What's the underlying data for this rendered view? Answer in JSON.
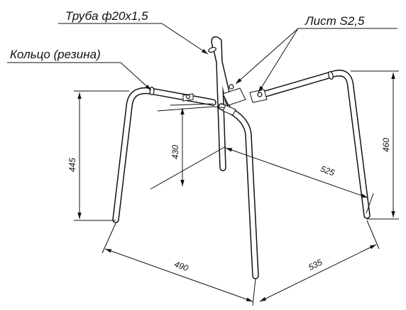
{
  "labels": {
    "tube": "Труба ф20х1,5",
    "sheet": "Лист S2,5",
    "ring": "Кольцо (резина)"
  },
  "dimensions": {
    "height_left": "445",
    "height_center": "430",
    "height_right": "460",
    "diag_top": "525",
    "front_left": "490",
    "front_right": "535"
  }
}
